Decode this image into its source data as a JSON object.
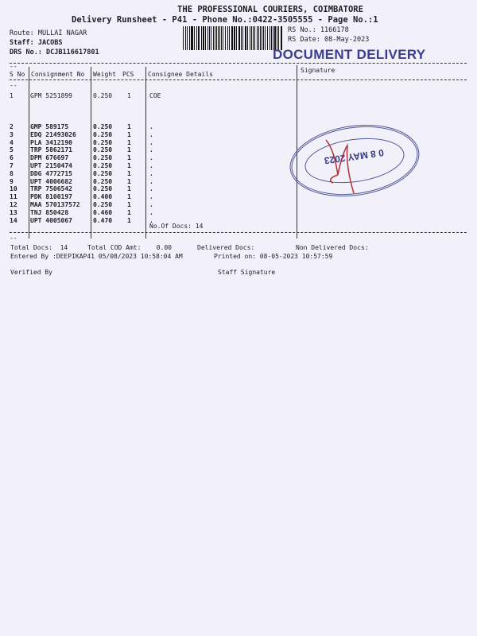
{
  "header": {
    "company": "THE PROFESSIONAL COURIERS, COIMBATORE",
    "subtitle": "Delivery Runsheet - P41 - Phone No.:0422-3505555 - Page No.:1",
    "route": "Route: MULLAI NAGAR",
    "staff": "Staff: JACOBS",
    "drs_no": "DRS No.: DCJB116617801",
    "rs_no": "RS No.: 1166178",
    "rs_date": "RS Date: 08-May-2023",
    "stamp": "DOCUMENT DELIVERY"
  },
  "table": {
    "columns": [
      "S No",
      "Consignment No",
      "Weight",
      "PCS",
      "Consignee Details",
      "Signature"
    ],
    "rows": [
      {
        "sno": "1",
        "cn": "GPM 5251899",
        "wt": "0.250",
        "pcs": "1",
        "details": "COE"
      },
      {
        "sno": "2",
        "cn": "GMP 589175",
        "wt": "0.250",
        "pcs": "1",
        "details": "."
      },
      {
        "sno": "3",
        "cn": "EDQ 21493026",
        "wt": "0.250",
        "pcs": "1",
        "details": "."
      },
      {
        "sno": "4",
        "cn": "PLA 3412190",
        "wt": "0.250",
        "pcs": "1",
        "details": "."
      },
      {
        "sno": "5",
        "cn": "TRP 5862171",
        "wt": "0.250",
        "pcs": "1",
        "details": "."
      },
      {
        "sno": "6",
        "cn": "DPM 676697",
        "wt": "0.250",
        "pcs": "1",
        "details": "."
      },
      {
        "sno": "7",
        "cn": "UPT 2150474",
        "wt": "0.250",
        "pcs": "1",
        "details": "."
      },
      {
        "sno": "8",
        "cn": "DDG 4772715",
        "wt": "0.250",
        "pcs": "1",
        "details": "."
      },
      {
        "sno": "9",
        "cn": "UPT 4006682",
        "wt": "0.250",
        "pcs": "1",
        "details": "."
      },
      {
        "sno": "10",
        "cn": "TRP 7506542",
        "wt": "0.250",
        "pcs": "1",
        "details": "."
      },
      {
        "sno": "11",
        "cn": "PDK 8100197",
        "wt": "0.400",
        "pcs": "1",
        "details": "."
      },
      {
        "sno": "12",
        "cn": "MAA 570137572",
        "wt": "0.250",
        "pcs": "1",
        "details": "."
      },
      {
        "sno": "13",
        "cn": "TNJ 850428",
        "wt": "0.460",
        "pcs": "1",
        "details": "."
      },
      {
        "sno": "14",
        "cn": "UPT 4005067",
        "wt": "0.470",
        "pcs": "1",
        "details": "."
      }
    ],
    "no_of_docs": "No.Of Docs: 14"
  },
  "footer": {
    "total_docs": "Total Docs:  14",
    "total_cod": "Total COD Amt:    0.00",
    "delivered": "Delivered Docs:",
    "non_delivered": "Non Delivered Docs:",
    "entered_by": "Entered By :DEEPIKAP41 05/08/2023 10:58:04 AM",
    "printed_on": "Printed on: 08-05-2023 10:57:59",
    "verified_by": "Verified By",
    "staff_signature": "Staff Signature"
  },
  "office_stamp": {
    "date": "0 8 MAY 2023"
  },
  "colors": {
    "paper": "#f2f1fa",
    "stamp": "#3b3d8e",
    "signature": "#b0303a"
  }
}
